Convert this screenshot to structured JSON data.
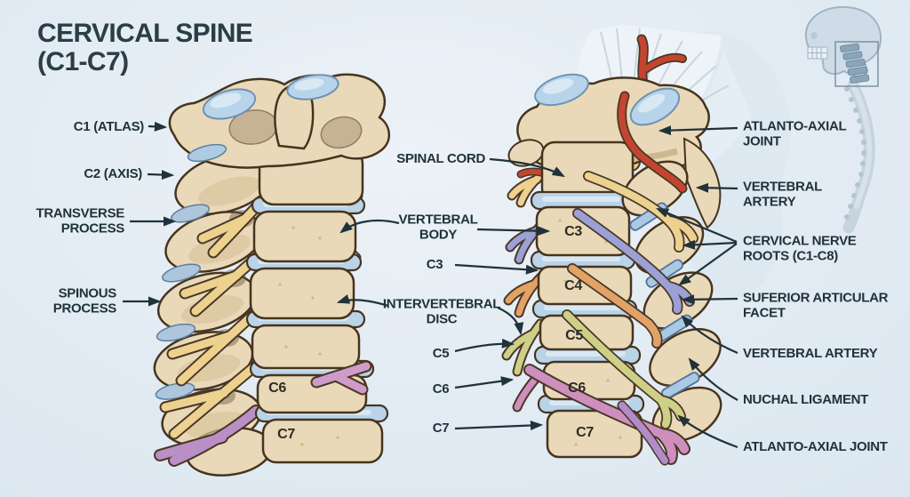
{
  "title": "CERVICAL SPINE\n(C1-C7)",
  "labels": {
    "c1_atlas": "C1 (ATLAS)",
    "c2_axis": "C2 (AXIS)",
    "transverse_process": "TRANSVERSE\nPROCESS",
    "spinous_process": "SPINOUS\nPROCESS",
    "spinal_cord": "SPINAL CORD",
    "vertebral_body": "VERTEBRAL\nBODY",
    "c3": "C3",
    "intervertebral_disc": "INTERVERTEBRAL\nDISC",
    "c5": "C5",
    "c6": "C6",
    "c7": "C7",
    "atlanto_axial_joint_top": "ATLANTO-AXIAL\nJOINT",
    "vertebral_artery_top": "VERTEBRAL\nARTERY",
    "cervical_nerve_roots": "CERVICAL NERVE\nROOTS (C1-C8)",
    "superior_articular_facet": "SUFERIOR ARTICULAR\nFACET",
    "vertebral_artery_bottom": "VERTEBRAL ARTERY",
    "nuchal_ligament": "NUCHAL LIGAMENT",
    "atlanto_axial_joint_bottom": "ATLANTO-AXIAL JOINT"
  },
  "bone_labels": {
    "lateral": {
      "c6": "C6",
      "c7": "C7"
    },
    "posterior": {
      "c3": "C3",
      "c4": "C4",
      "c5": "C5",
      "c6": "C6",
      "c7": "C7"
    }
  },
  "colors": {
    "background": "#dfe9f2",
    "bone": "#ead9b8",
    "bone_outline": "#46341f",
    "disc_blue": "#b9d3e8",
    "facet_blue": "#b7d4ea",
    "nerve_yellow": "#ecd28e",
    "artery_red": "#c4452f",
    "nerve_purple_blue": "#9ba1d6",
    "nerve_orange": "#e2a266",
    "nerve_green": "#cdd086",
    "nerve_pink": "#cf8fbe",
    "nerve_violet": "#b98fc6",
    "label_text": "#20323a"
  }
}
